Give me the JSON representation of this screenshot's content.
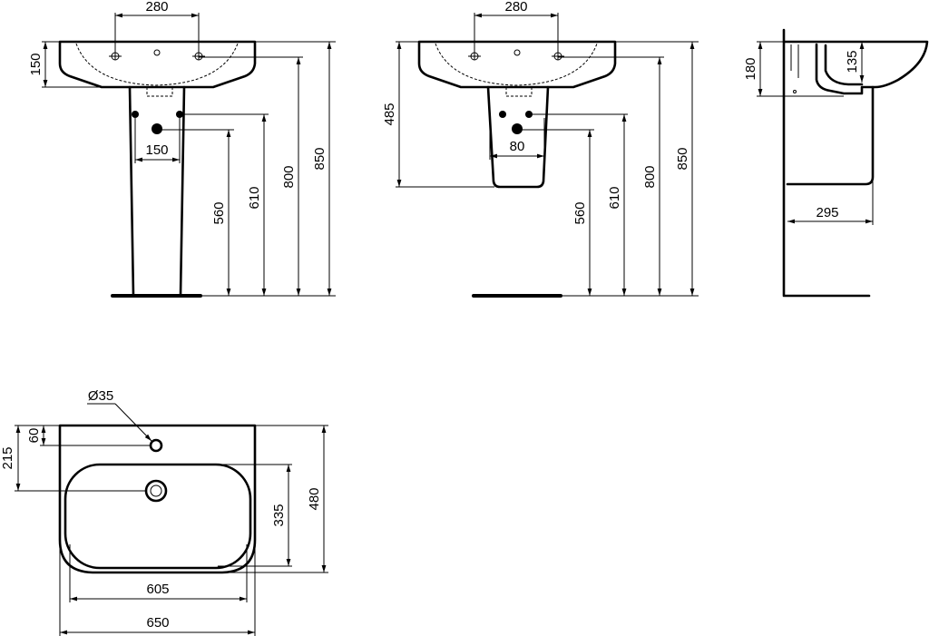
{
  "front_view": {
    "tap_spacing": "280",
    "basin_height": "150",
    "waste_spacing": "150",
    "waste_height": "560",
    "supply_height": "610",
    "tap_height": "800",
    "overall_height": "850"
  },
  "semi_pedestal_view": {
    "tap_spacing": "280",
    "basin_to_pedestal": "485",
    "supply_spacing": "80",
    "waste_height": "560",
    "supply_height": "610",
    "tap_height": "800",
    "overall_height": "850"
  },
  "side_view": {
    "basin_depth": "180",
    "bowl_depth": "135",
    "pedestal_projection": "295"
  },
  "plan_view": {
    "tap_hole_diameter": "Ø35",
    "tap_hole_offset": "60",
    "waste_offset": "215",
    "bowl_length": "335",
    "overall_depth": "480",
    "bowl_width": "605",
    "overall_width": "650"
  }
}
